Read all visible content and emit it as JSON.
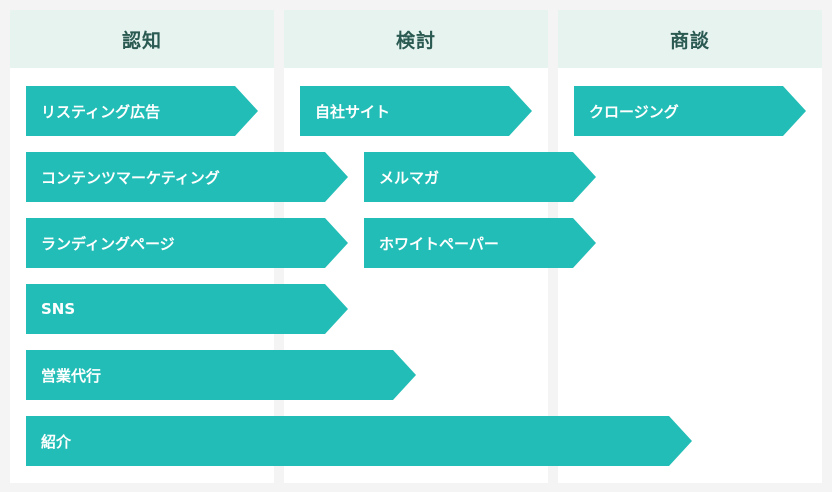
{
  "columns": [
    {
      "title": "認知"
    },
    {
      "title": "検討"
    },
    {
      "title": "商談"
    }
  ],
  "items": [
    {
      "label": "リスティング広告"
    },
    {
      "label": "自社サイト"
    },
    {
      "label": "クロージング"
    },
    {
      "label": "コンテンツマーケティング"
    },
    {
      "label": "メルマガ"
    },
    {
      "label": "ランディングページ"
    },
    {
      "label": "ホワイトペーパー"
    },
    {
      "label": "SNS"
    },
    {
      "label": "営業代行"
    },
    {
      "label": "紹介"
    }
  ],
  "colors": {
    "arrow": "#22bdb6",
    "header_bg": "#e6f3ef",
    "header_text": "#2a5a52",
    "page_bg": "#f4f4f4"
  }
}
